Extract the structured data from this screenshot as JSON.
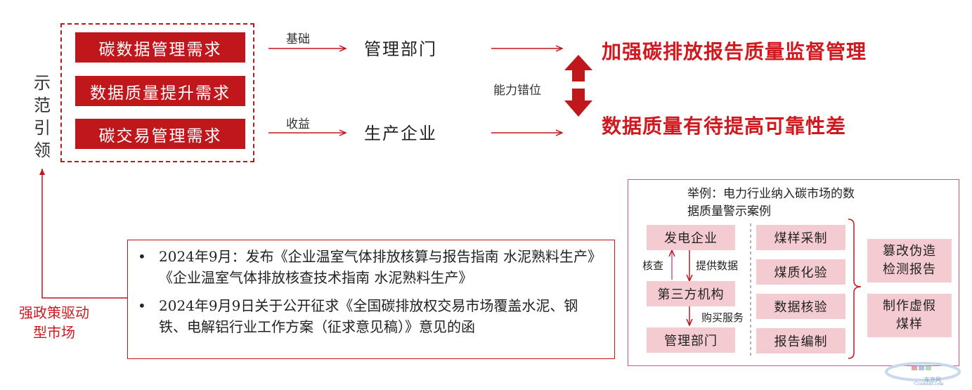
{
  "needs": [
    "碳数据管理需求",
    "数据质量提升需求",
    "碳交易管理需求"
  ],
  "side_label_chars": [
    "示",
    "范",
    "引",
    "领"
  ],
  "arrows": {
    "top_label": "基础",
    "bottom_label": "收益",
    "mid_label": "能力错位"
  },
  "middle": {
    "top": "管理部门",
    "bottom": "生产企业"
  },
  "outcomes": {
    "top": "加强碳排放报告质量监督管理",
    "bottom": "数据质量有待提高可靠性差"
  },
  "left_note": "强政策驱动型市场",
  "policies": [
    "2024年9月：发布《企业温室气体排放核算与报告指南 水泥熟料生产》《企业温室气体排放核查技术指南 水泥熟料生产》",
    "2024年9月9日关于公开征求《全国碳排放权交易市场覆盖水泥、钢铁、电解铝行业工作方案（征求意见稿）》意见的函"
  ],
  "policy_bullet": "•",
  "example": {
    "title": "举例：电力行业纳入碳市场的数据质量警示案例",
    "chain": [
      "发电企业",
      "第三方机构",
      "管理部门"
    ],
    "edge_labels": {
      "verify": "核查",
      "provide": "提供数据",
      "buy": "购买服务"
    },
    "steps": [
      "煤样采制",
      "煤质化验",
      "数据核验",
      "报告编制"
    ],
    "results": [
      "篡改伪造检测报告",
      "制作虚假煤样"
    ]
  },
  "watermark": {
    "text": "东方风",
    "sub": "Ccement.com"
  },
  "colors": {
    "accent": "#c0171d",
    "pink": "#f4cbd0",
    "panel_border": "#c8559d"
  }
}
